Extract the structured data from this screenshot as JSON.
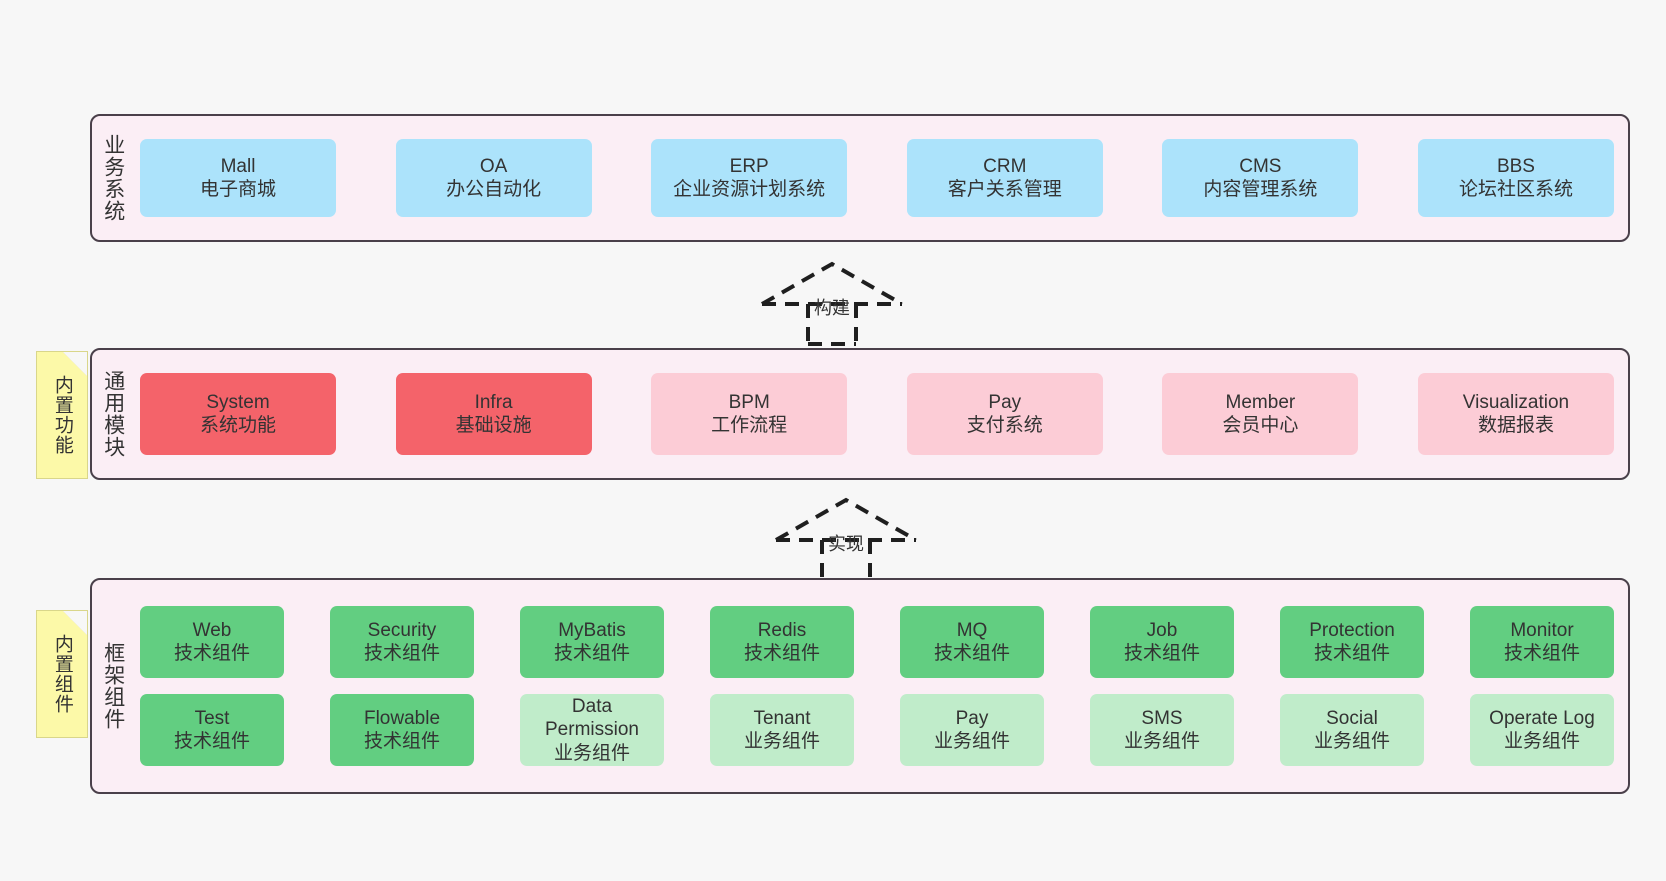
{
  "diagram": {
    "background_color": "#f7f7f7",
    "panel_color": "#fbeef5",
    "panel_border_color": "#4a404a"
  },
  "layers": [
    {
      "id": "business",
      "label": "业务系统",
      "node_color": "#ace3fb",
      "rows": [
        {
          "nodes": [
            {
              "title": "Mall",
              "subtitle": "电子商城",
              "variant": "blue"
            },
            {
              "title": "OA",
              "subtitle": "办公自动化",
              "variant": "blue"
            },
            {
              "title": "ERP",
              "subtitle": "企业资源计划系统",
              "variant": "blue"
            },
            {
              "title": "CRM",
              "subtitle": "客户关系管理",
              "variant": "blue"
            },
            {
              "title": "CMS",
              "subtitle": "内容管理系统",
              "variant": "blue"
            },
            {
              "title": "BBS",
              "subtitle": "论坛社区系统",
              "variant": "blue"
            }
          ]
        }
      ]
    },
    {
      "id": "common",
      "label": "通用模块",
      "sticky": "内置功能",
      "rows": [
        {
          "nodes": [
            {
              "title": "System",
              "subtitle": "系统功能",
              "variant": "red"
            },
            {
              "title": "Infra",
              "subtitle": "基础设施",
              "variant": "red"
            },
            {
              "title": "BPM",
              "subtitle": "工作流程",
              "variant": "pink"
            },
            {
              "title": "Pay",
              "subtitle": "支付系统",
              "variant": "pink"
            },
            {
              "title": "Member",
              "subtitle": "会员中心",
              "variant": "pink"
            },
            {
              "title": "Visualization",
              "subtitle": "数据报表",
              "variant": "pink"
            }
          ]
        }
      ]
    },
    {
      "id": "framework",
      "label": "框架组件",
      "sticky": "内置组件",
      "rows": [
        {
          "nodes": [
            {
              "title": "Web",
              "subtitle": "技术组件",
              "variant": "green"
            },
            {
              "title": "Security",
              "subtitle": "技术组件",
              "variant": "green"
            },
            {
              "title": "MyBatis",
              "subtitle": "技术组件",
              "variant": "green"
            },
            {
              "title": "Redis",
              "subtitle": "技术组件",
              "variant": "green"
            },
            {
              "title": "MQ",
              "subtitle": "技术组件",
              "variant": "green"
            },
            {
              "title": "Job",
              "subtitle": "技术组件",
              "variant": "green"
            },
            {
              "title": "Protection",
              "subtitle": "技术组件",
              "variant": "green"
            },
            {
              "title": "Monitor",
              "subtitle": "技术组件",
              "variant": "green"
            }
          ]
        },
        {
          "nodes": [
            {
              "title": "Test",
              "subtitle": "技术组件",
              "variant": "green"
            },
            {
              "title": "Flowable",
              "subtitle": "技术组件",
              "variant": "green"
            },
            {
              "title": "Data Permission",
              "subtitle": "业务组件",
              "variant": "lgreen"
            },
            {
              "title": "Tenant",
              "subtitle": "业务组件",
              "variant": "lgreen"
            },
            {
              "title": "Pay",
              "subtitle": "业务组件",
              "variant": "lgreen"
            },
            {
              "title": "SMS",
              "subtitle": "业务组件",
              "variant": "lgreen"
            },
            {
              "title": "Social",
              "subtitle": "业务组件",
              "variant": "lgreen"
            },
            {
              "title": "Operate Log",
              "subtitle": "业务组件",
              "variant": "lgreen"
            }
          ]
        }
      ]
    }
  ],
  "arrows": [
    {
      "id": "build",
      "label": "构建",
      "style": "dashed-hollow-up"
    },
    {
      "id": "implement",
      "label": "实现",
      "style": "dashed-hollow-up"
    }
  ]
}
